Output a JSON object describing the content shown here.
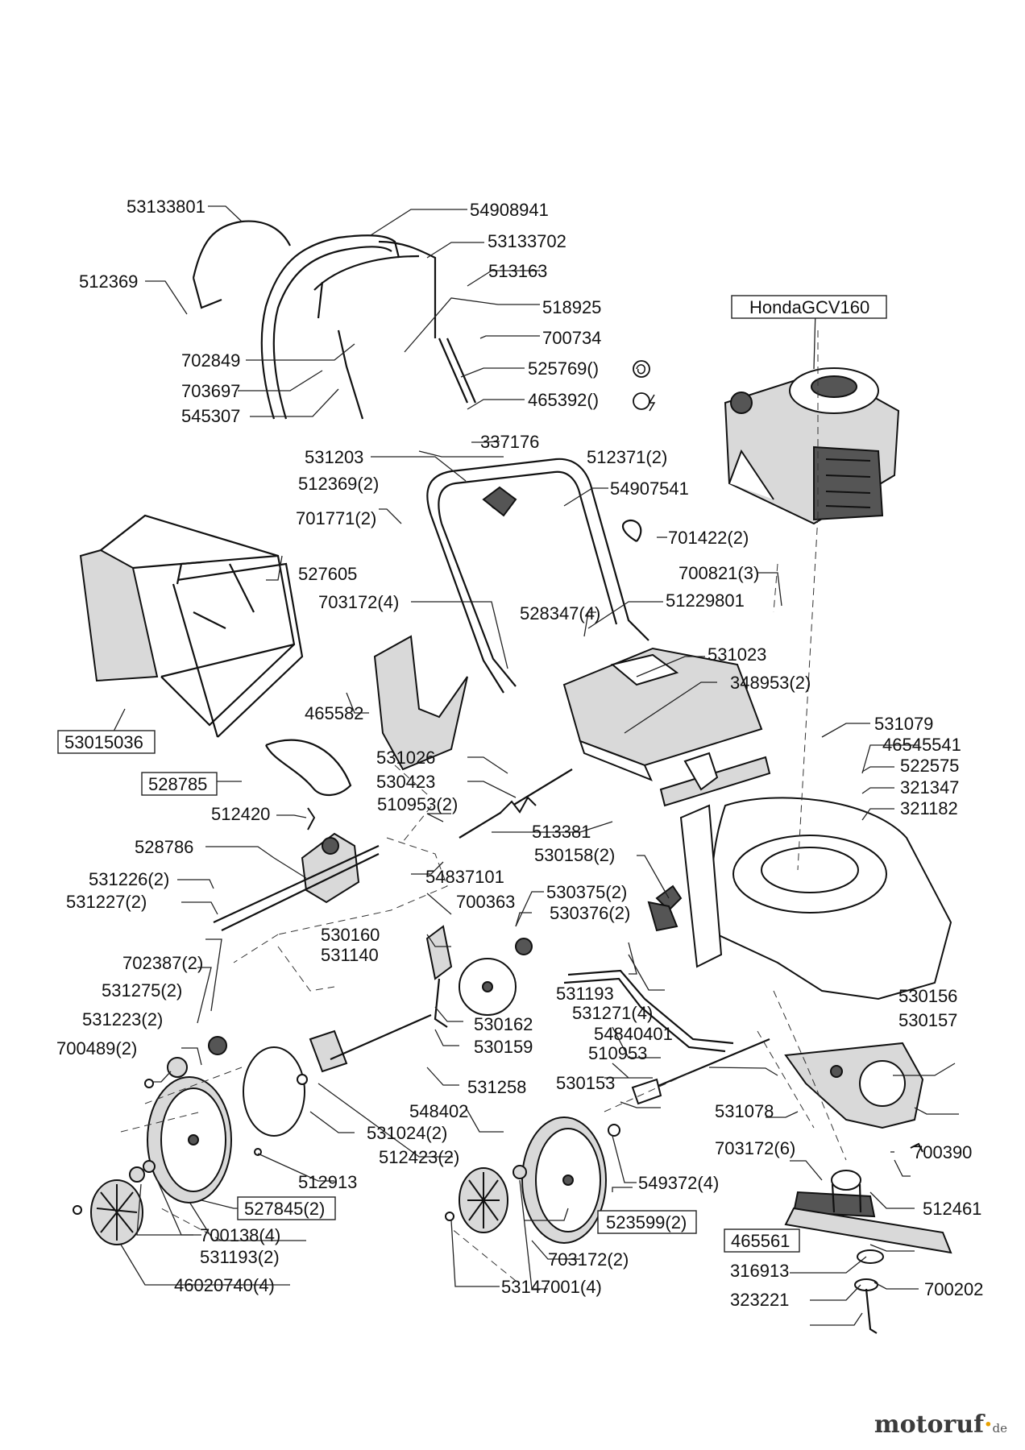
{
  "labels": {
    "l53133801": "53133801",
    "l54908941": "54908941",
    "l53133702": "53133702",
    "l512369": "512369",
    "l513163": "513163",
    "l518925": "518925",
    "l700734": "700734",
    "l702849": "702849",
    "l525769": "525769()",
    "l703697": "703697",
    "l465392": "465392()",
    "l545307": "545307",
    "l337176": "337176",
    "l531203": "531203",
    "l512371": "512371(2)",
    "l512369b": "512369(2)",
    "l54907541": "54907541",
    "l701771": "701771(2)",
    "l701422": "701422(2)",
    "l527605": "527605",
    "l700821": "700821(3)",
    "l703172a": "703172(4)",
    "l51229801": "51229801",
    "l528347": "528347(4)",
    "l531023": "531023",
    "l348953": "348953(2)",
    "l465582": "465582",
    "l53015036": "53015036",
    "l531079": "531079",
    "l46545541": "46545541",
    "l531026": "531026",
    "l522575": "522575",
    "l530423": "530423",
    "l321347": "321347",
    "l528785": "528785",
    "l510953b": "510953(2)",
    "l321182": "321182",
    "l512420": "512420",
    "l513381": "513381",
    "l530158": "530158(2)",
    "l528786": "528786",
    "l54837101": "54837101",
    "l531226": "531226(2)",
    "l700363": "700363",
    "l530375": "530375(2)",
    "l531227": "531227(2)",
    "l530376": "530376(2)",
    "l530160": "530160",
    "l531140": "531140",
    "l702387": "702387(2)",
    "l531275": "531275(2)",
    "l531193a": "531193",
    "l531271": "531271(4)",
    "l530156": "530156",
    "l531223": "531223(2)",
    "l530162": "530162",
    "l54840401": "54840401",
    "l530157": "530157",
    "l700489": "700489(2)",
    "l530159": "530159",
    "l510953": "510953",
    "l531258": "531258",
    "l530153": "530153",
    "l531078": "531078",
    "l548402": "548402",
    "l531024": "531024(2)",
    "l703172b": "703172(6)",
    "l700390": "700390",
    "l512423": "512423(2)",
    "l549372": "549372(4)",
    "l512913": "512913",
    "l512461": "512461",
    "l527845": "527845(2)",
    "l523599": "523599(2)",
    "l465561": "465561",
    "l700138": "700138(4)",
    "l703172c": "703172(2)",
    "l316913": "316913",
    "l531193b": "531193(2)",
    "l700202": "700202",
    "l46020740": "46020740(4)",
    "l53147001": "53147001(4)",
    "l323221": "323221",
    "lHonda": "HondaGCV160"
  },
  "watermark": {
    "name": "motoruf",
    "dot": "·",
    "tld": "de"
  }
}
